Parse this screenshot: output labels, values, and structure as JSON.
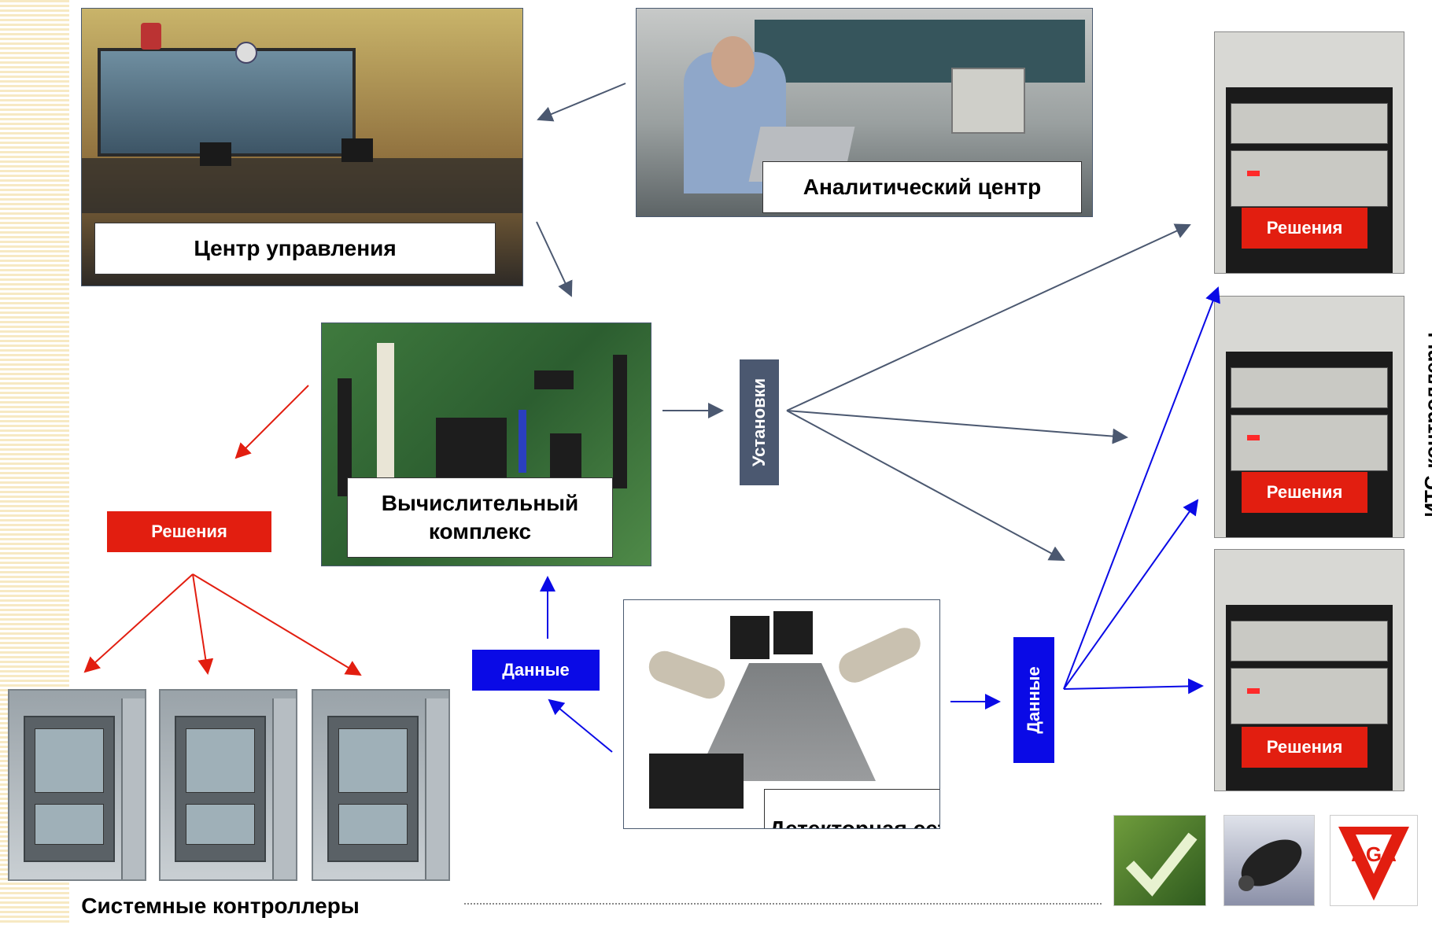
{
  "labels": {
    "control_center": "Центр управления",
    "analytic_center": "Аналитический центр",
    "computing_complex": "Вычислительный комплекс",
    "detector_network": "Детекторная сеть",
    "system_controllers": "Системные контроллеры",
    "its_controllers": "ИТС-контроллеры"
  },
  "tags": {
    "settings": "Установки",
    "data": "Данные",
    "decisions": "Решения"
  },
  "colors": {
    "red": "#e21e10",
    "blue": "#0a0ae6",
    "slate": "#4b5870"
  }
}
